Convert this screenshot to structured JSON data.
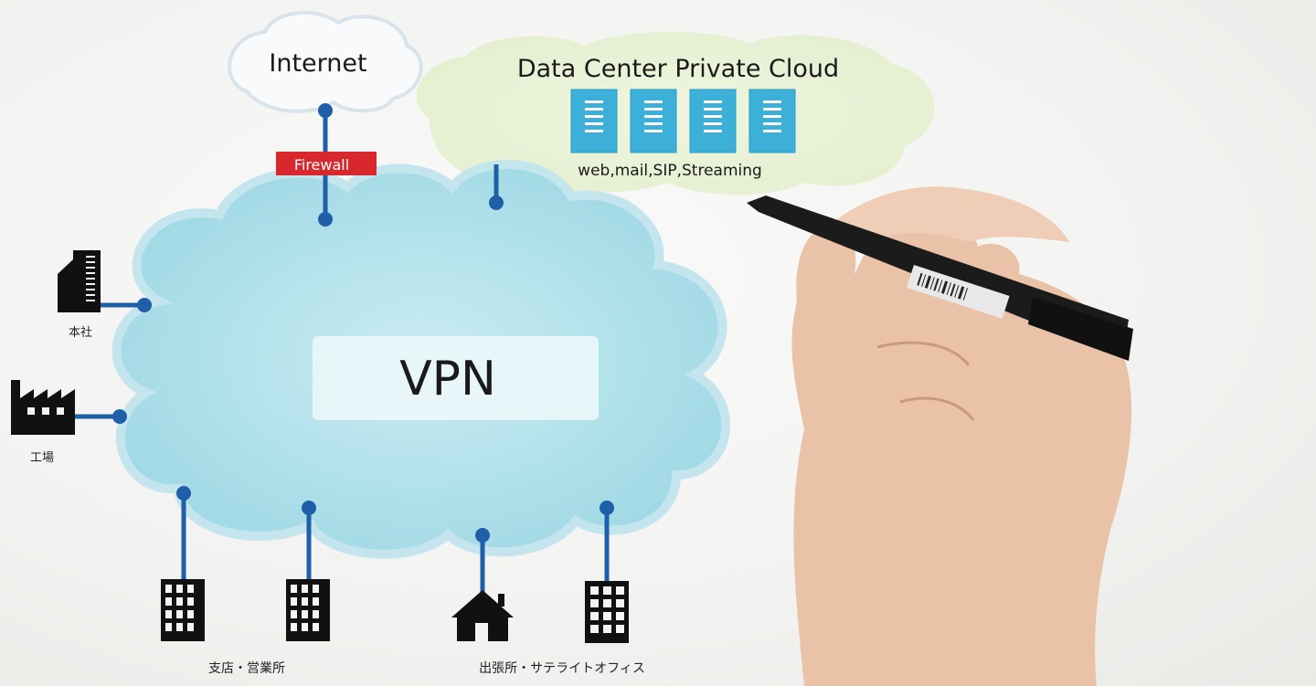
{
  "internet": {
    "label": "Internet"
  },
  "firewall": {
    "label": "Firewall"
  },
  "datacenter": {
    "title": "Data Center Private Cloud",
    "services": "web,mail,SIP,Streaming"
  },
  "vpn": {
    "label": "VPN"
  },
  "headquarters": {
    "label": "本社"
  },
  "factory": {
    "label": "工場"
  },
  "branches": {
    "label": "支店・営業所"
  },
  "remote": {
    "label": "出張所・サテライトオフィス"
  },
  "colors": {
    "line": "#1f5fa8",
    "cloud": "#a9dde8",
    "server": "#3cb0d8",
    "firewall": "#d8282d"
  }
}
